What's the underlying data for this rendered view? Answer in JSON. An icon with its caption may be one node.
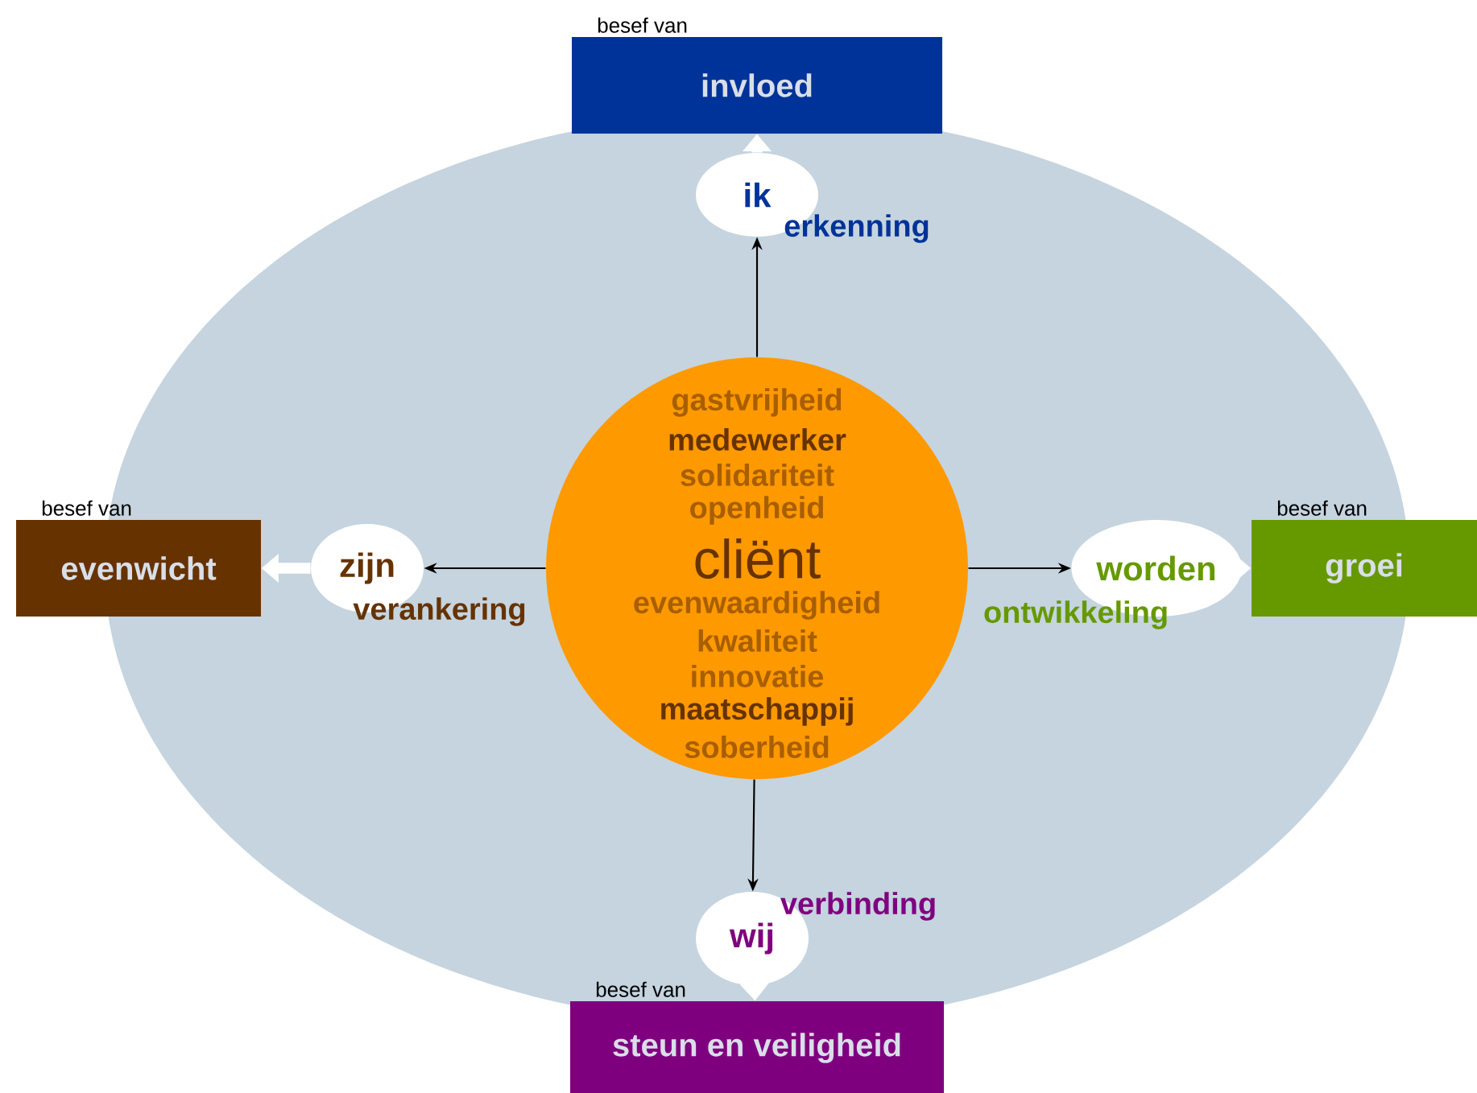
{
  "diagram": {
    "nodes": [
      {
        "text": [
          "besef van",
          "invloed"
        ]
      },
      {
        "text": [
          "ik"
        ],
        "beside": [
          "erkenning"
        ]
      },
      {
        "text": [
          "besef van",
          "evenwicht"
        ]
      },
      {
        "text": [
          "zijn"
        ],
        "beside": [
          "verankering"
        ]
      },
      {
        "text": [
          "gastvrijheid",
          "medewerker",
          "solidariteit",
          "openheid",
          "cliënt",
          "evenwaardigheid",
          "kwaliteit",
          "innovatie",
          "maatschappij",
          "soberheid"
        ]
      },
      {
        "text": [
          "worden"
        ],
        "beside": [
          "ontwikkeling"
        ]
      },
      {
        "text": [
          "besef van",
          "groei"
        ]
      },
      {
        "text": [
          "wij"
        ],
        "beside": [
          "verbinding"
        ]
      },
      {
        "text": [
          "besef van",
          "steun en veiligheid"
        ]
      }
    ],
    "edges": [
      {
        "from": 4,
        "to": 1,
        "arrow": "to"
      },
      {
        "from": 1,
        "to": 0,
        "arrow": "to",
        "style": "thick",
        "color": "#ffffff"
      },
      {
        "from": 4,
        "to": 3,
        "arrow": "to"
      },
      {
        "from": 3,
        "to": 2,
        "arrow": "to",
        "style": "thick",
        "color": "#ffffff"
      },
      {
        "from": 4,
        "to": 5,
        "arrow": "to"
      },
      {
        "from": 5,
        "to": 6,
        "arrow": "to",
        "style": "thick",
        "color": "#ffffff"
      },
      {
        "from": 4,
        "to": 7,
        "arrow": "to"
      },
      {
        "from": 7,
        "to": 8,
        "arrow": "to",
        "style": "thick",
        "color": "#ffffff"
      }
    ]
  }
}
